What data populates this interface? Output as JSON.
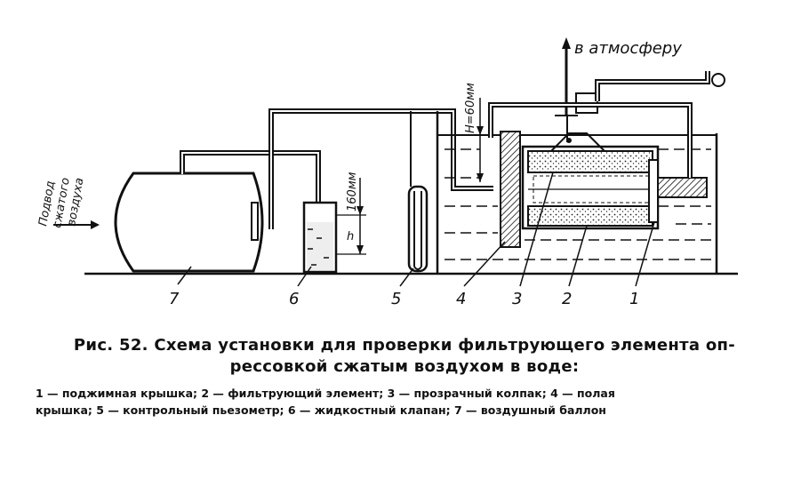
{
  "diagram": {
    "inlet_label": [
      "Подвод",
      "сжатого",
      "воздуха"
    ],
    "atmosphere_label": "в атмосферу",
    "H_label": "H=60мм",
    "mm160_label": "160мм",
    "h_label": "h",
    "numbers": [
      "7",
      "6",
      "5",
      "4",
      "3",
      "2",
      "1"
    ]
  },
  "caption": {
    "line1": "Рис. 52. Схема установки для проверки фильтрующего элемента оп-",
    "line2": "рессовкой сжатым воздухом в воде:"
  },
  "legend": {
    "line1": "1 — поджимная крышка; 2 — фильтрующий элемент; 3 — прозрачный колпак; 4 — полая",
    "line2": "крышка; 5 — контрольный пьезометр; 6 — жидкостный клапан; 7 — воздушный баллон"
  }
}
